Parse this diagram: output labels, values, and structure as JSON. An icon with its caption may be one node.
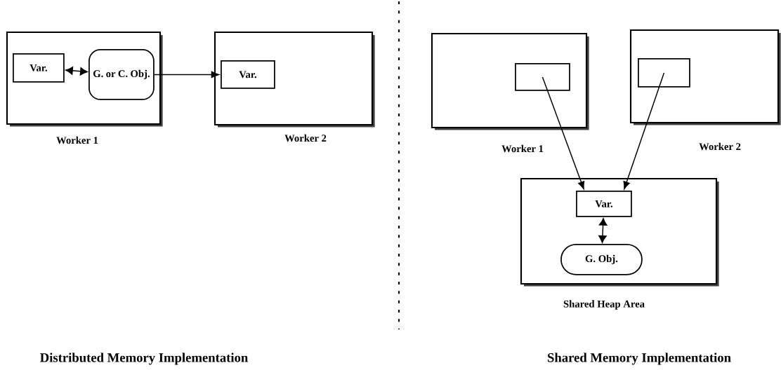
{
  "diagram": {
    "nodes": [
      {
        "text": [
          "Worker 1"
        ]
      },
      {
        "text": [
          "Var."
        ],
        "in": 0
      },
      {
        "text": [
          "G. or C. Obj."
        ],
        "in": 0
      },
      {
        "text": [
          "Worker 2"
        ]
      },
      {
        "text": [
          "Var."
        ],
        "in": 3
      },
      {
        "text": [
          "Worker 1"
        ]
      },
      {
        "text": [],
        "shape": "box",
        "in": 5
      },
      {
        "text": [
          "Worker 2"
        ]
      },
      {
        "text": [],
        "shape": "box",
        "in": 7
      },
      {
        "text": [
          "Shared Heap Area"
        ]
      },
      {
        "text": [
          "Var."
        ],
        "in": 9
      },
      {
        "text": [
          "G. Obj."
        ],
        "in": 9
      }
    ],
    "edges": [
      {
        "from": 1,
        "to": 2,
        "arrow": "both"
      },
      {
        "from": 2,
        "to": 4,
        "arrow": "to"
      },
      {
        "from": 6,
        "to": 10,
        "arrow": "to"
      },
      {
        "from": 8,
        "to": 10,
        "arrow": "to"
      },
      {
        "from": 10,
        "to": 11,
        "arrow": "both"
      }
    ],
    "labels": [
      "Distributed Memory Implementation",
      "Shared Memory Implementation"
    ]
  }
}
